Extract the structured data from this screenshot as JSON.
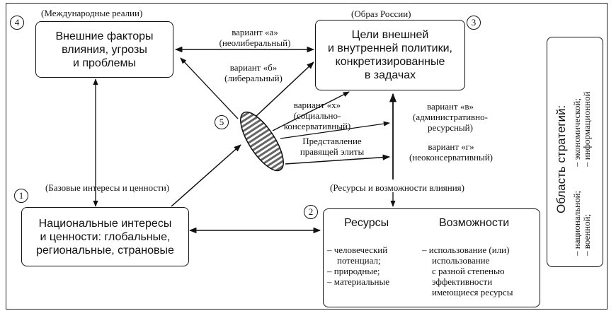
{
  "regions": {
    "international_realities": "(Международные реалии)",
    "russia_image": "(Образ России)"
  },
  "numbers": {
    "n1": "1",
    "n2": "2",
    "n3": "3",
    "n4": "4",
    "n5": "5"
  },
  "boxes": {
    "external": [
      "Внешние факторы",
      "влияния, угрозы",
      "и проблемы"
    ],
    "goals": [
      "Цели внешней",
      "и внутренней политики,",
      "конкретизированные",
      "в задачах"
    ],
    "national": [
      "Национальные интересы",
      "и ценности: глобальные,",
      "региональные, страновые"
    ]
  },
  "labels": {
    "variant_a": [
      "вариант «а»",
      "(неолиберальный)"
    ],
    "variant_b": [
      "вариант «б»",
      "(либеральный)"
    ],
    "variant_x": [
      "вариант «х»",
      "(социально-",
      "консервативный)"
    ],
    "elite": [
      "Представление",
      "правящей элиты"
    ],
    "variant_v": [
      "вариант «в»",
      "(административно-",
      "ресурсный)"
    ],
    "variant_g": [
      "вариант «г»",
      "(неоконсервативный)"
    ],
    "base_interests": "(Базовые интересы и ценности)",
    "resources_influence": "(Ресурсы и возможности влияния)"
  },
  "resources_table": {
    "headers": [
      "Ресурсы",
      "Возможности"
    ],
    "resources": [
      "– человеческий",
      "потенциал;",
      "– природные;",
      "– материальные"
    ],
    "possibilities": [
      "– использование (или)",
      "использование",
      "с разной степенью",
      "эффективности",
      "имеющиеся ресурсы"
    ]
  },
  "strategy_area": {
    "title": "Область стратегий:",
    "col1": [
      "– национальной;",
      "– военной;"
    ],
    "col2": [
      "– экономической;",
      "– информационной"
    ]
  }
}
